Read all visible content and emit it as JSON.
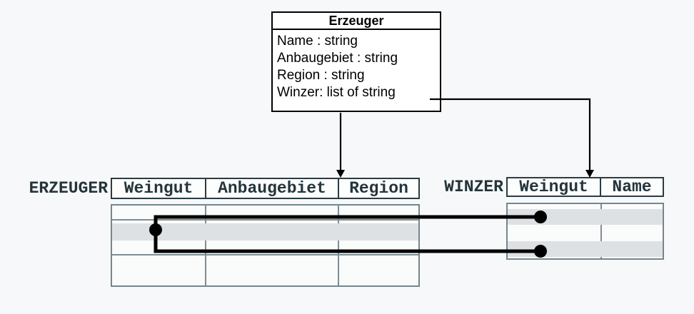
{
  "class_box": {
    "title": "Erzeuger",
    "attributes": [
      "Name : string",
      "Anbaugebiet : string",
      "Region : string",
      "Winzer: list of string"
    ]
  },
  "tables": {
    "erzeuger": {
      "label": "ERZEUGER",
      "columns": [
        "Weingut",
        "Anbaugebiet",
        "Region"
      ],
      "body_rows": 4,
      "highlighted_row": 2
    },
    "winzer": {
      "label": "WINZER",
      "columns": [
        "Weingut",
        "Name"
      ],
      "body_rows": 4,
      "highlighted_rows": [
        2,
        4
      ]
    }
  },
  "colors": {
    "background": "#f7f8f9",
    "class_box_border": "#000000",
    "header_border": "#2b3c42",
    "header_text": "#24343a",
    "body_border": "#74868c",
    "row_highlight": "#dee1e4",
    "connector": "#000000"
  }
}
